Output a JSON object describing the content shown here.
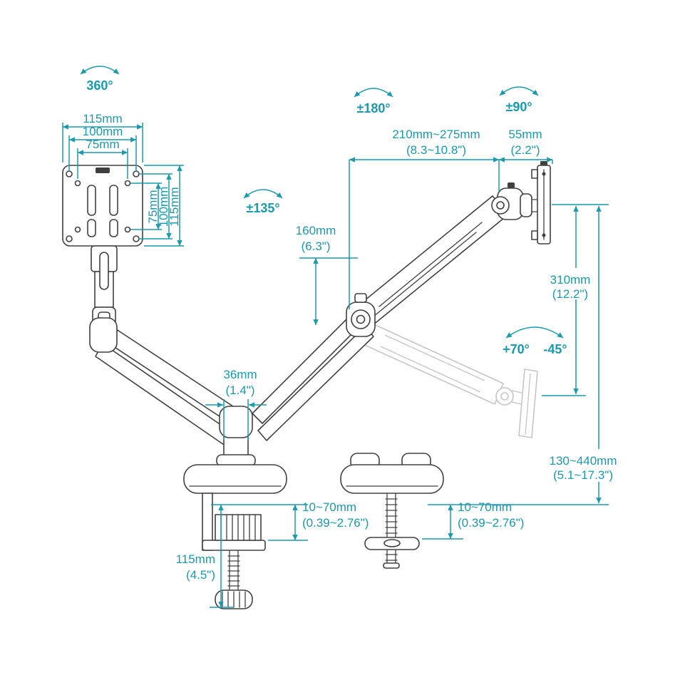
{
  "colors": {
    "accent": "#1a9aab",
    "line_art": "#404040",
    "ghost": "#c5c5c5",
    "background": "#ffffff"
  },
  "rotation_labels": {
    "vesa_rotation": "360°",
    "arm_swivel": "±135°",
    "head_swivel": "±180°",
    "mount_rotation": "±90°",
    "tilt_up": "+70°",
    "tilt_down": "-45°"
  },
  "vesa_dimensions": {
    "top_width_outer": "115mm",
    "top_width_mid": "100mm",
    "top_width_inner": "75mm",
    "side_height_inner": "75mm",
    "side_height_mid": "100mm",
    "side_height_outer": "115mm"
  },
  "dimensions": {
    "lower_arm_length": {
      "metric": "160mm",
      "imperial": "(6.3\")"
    },
    "post_width": {
      "metric": "36mm",
      "imperial": "(1.4\")"
    },
    "upper_arm_reach": {
      "metric": "210mm~275mm",
      "imperial": "(8.3~10.8\")"
    },
    "head_depth": {
      "metric": "55mm",
      "imperial": "(2.2\")"
    },
    "vertical_travel": {
      "metric": "310mm",
      "imperial": "(12.2\")"
    },
    "height_range": {
      "metric": "130~440mm",
      "imperial": "(5.1~17.3\")"
    },
    "clamp_thickness_left": {
      "metric": "10~70mm",
      "imperial": "(0.39~2.76\")"
    },
    "grommet_thickness": {
      "metric": "10~70mm",
      "imperial": "(0.39~2.76\")"
    },
    "clamp_height": {
      "metric": "115mm",
      "imperial": "(4.5\")"
    }
  }
}
